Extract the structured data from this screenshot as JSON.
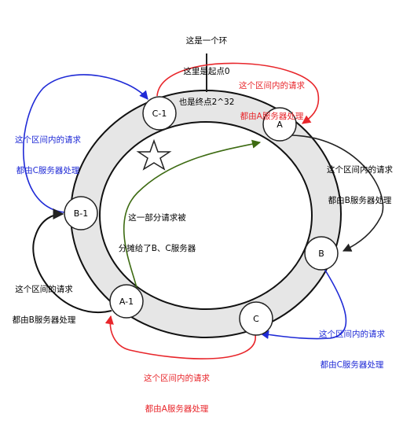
{
  "nodes": {
    "c1": "C-1",
    "a": "A",
    "b1": "B-1",
    "b": "B",
    "a1": "A-1",
    "c": "C"
  },
  "labels": {
    "top_line1": "这是一个环",
    "top_line2": "这里是起点0",
    "top_line3": "也是终点2^32",
    "a_range_line1": "这个区间内的请求",
    "a_range_line2": "都由A服务器处理",
    "c_range_top_line1": "这个区间内的请求",
    "c_range_top_line2": "都由C服务器处理",
    "b_range_right_line1": "这个区间内的请求",
    "b_range_right_line2": "都由B服务器处理",
    "shared_line1": "这一部分请求被",
    "shared_line2": "分摊给了B、C服务器",
    "b_range_left_line1": "这个区间的请求",
    "b_range_left_line2": "都由B服务器处理",
    "c_range_bottom_line1": "这个区间内的请求",
    "c_range_bottom_line2": "都由C服务器处理",
    "a_range_bottom_line1": "这个区间内的请求",
    "a_range_bottom_line2": "都由A服务器处理"
  },
  "colors": {
    "red": "#e8262b",
    "blue": "#1f2ad6",
    "black": "#222222",
    "green": "#3d6b12",
    "ring_fill": "#e6e6e6"
  },
  "icons": {
    "star": "star-icon"
  }
}
